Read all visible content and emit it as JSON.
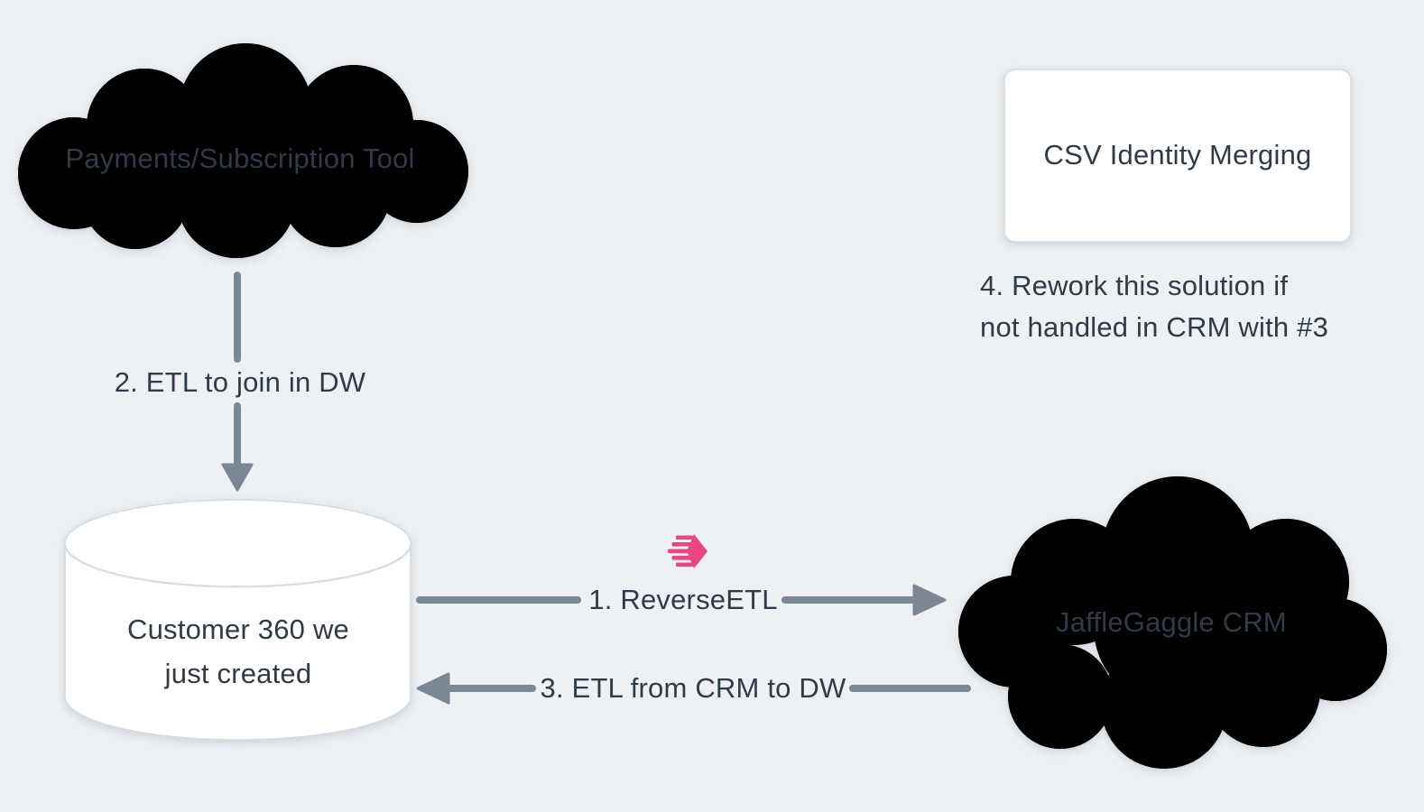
{
  "colors": {
    "background": "#EDF1F4",
    "node_fill": "#FFFFFF",
    "node_border": "#D3DAE1",
    "text": "#2F3B49",
    "arrow": "#7B8794",
    "accent_pink": "#E8487F"
  },
  "nodes": {
    "payments_cloud": {
      "type": "cloud",
      "label": "Payments/Subscription Tool"
    },
    "csv_box": {
      "type": "rounded-rectangle",
      "label": "CSV Identity Merging"
    },
    "warehouse_db": {
      "type": "database-cylinder",
      "label_line1": "Customer 360 we",
      "label_line2": "just created"
    },
    "crm_cloud": {
      "type": "cloud",
      "label": "JaffleGaggle CRM"
    }
  },
  "edges": {
    "etl_to_dw": {
      "label": "2. ETL to join in DW",
      "from": "payments_cloud",
      "to": "warehouse_db",
      "direction": "down"
    },
    "reverse_etl": {
      "label": "1. ReverseETL",
      "from": "warehouse_db",
      "to": "crm_cloud",
      "direction": "right"
    },
    "etl_from_crm": {
      "label": "3. ETL from CRM to DW",
      "from": "crm_cloud",
      "to": "warehouse_db",
      "direction": "left"
    }
  },
  "note": {
    "line1": "4. Rework this solution if",
    "line2": "not handled in CRM with #3"
  },
  "icons": {
    "census": "census-striped-hexagon-logo"
  }
}
